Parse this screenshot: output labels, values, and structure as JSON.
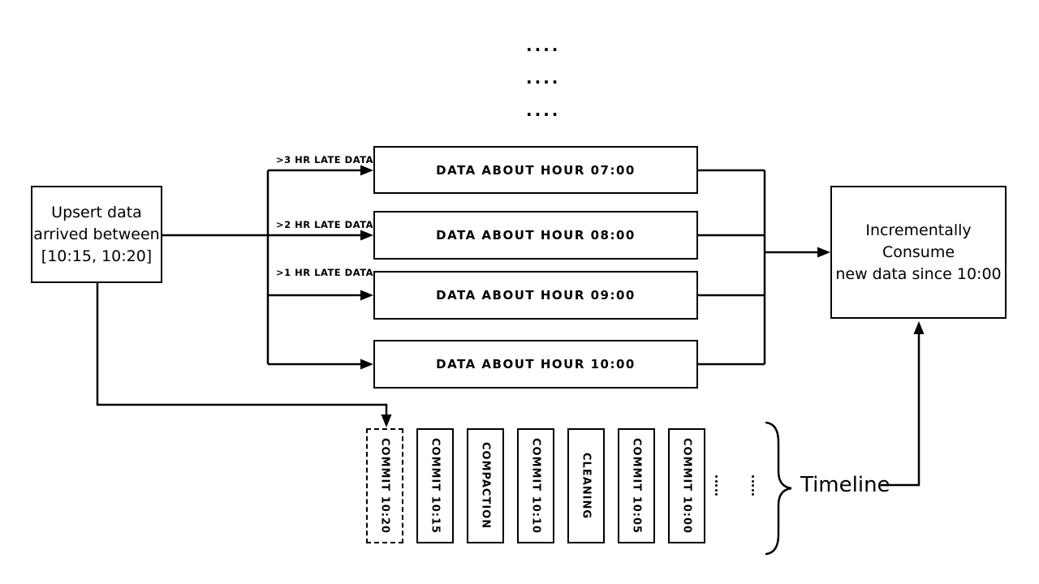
{
  "diagram": {
    "ellipsis_rows": [
      "....",
      "....",
      "...."
    ],
    "upsert_box": {
      "lines": [
        "Upsert data",
        "arrived between",
        "[10:15, 10:20]"
      ]
    },
    "late_labels": [
      ">3 HR LATE DATA",
      ">2 HR LATE DATA",
      ">1 HR LATE DATA"
    ],
    "hour_boxes": [
      "DATA ABOUT HOUR 07:00",
      "DATA ABOUT HOUR 08:00",
      "DATA ABOUT HOUR 09:00",
      "DATA ABOUT HOUR 10:00"
    ],
    "consume_box": {
      "lines": [
        "Incrementally Consume",
        "new data since 10:00"
      ]
    },
    "timeline": {
      "entries": [
        {
          "label": "COMMIT 10:20",
          "style": "dashed"
        },
        {
          "label": "COMMIT 10:15",
          "style": "solid"
        },
        {
          "label": "COMPACTION",
          "style": "solid"
        },
        {
          "label": "COMMIT 10:10",
          "style": "solid"
        },
        {
          "label": "CLEANING",
          "style": "solid"
        },
        {
          "label": "COMMIT 10:05",
          "style": "solid"
        },
        {
          "label": "COMMIT 10:00",
          "style": "solid"
        }
      ],
      "label": "Timeline"
    },
    "colors": {
      "ink": "#000000",
      "background": "#ffffff"
    }
  }
}
